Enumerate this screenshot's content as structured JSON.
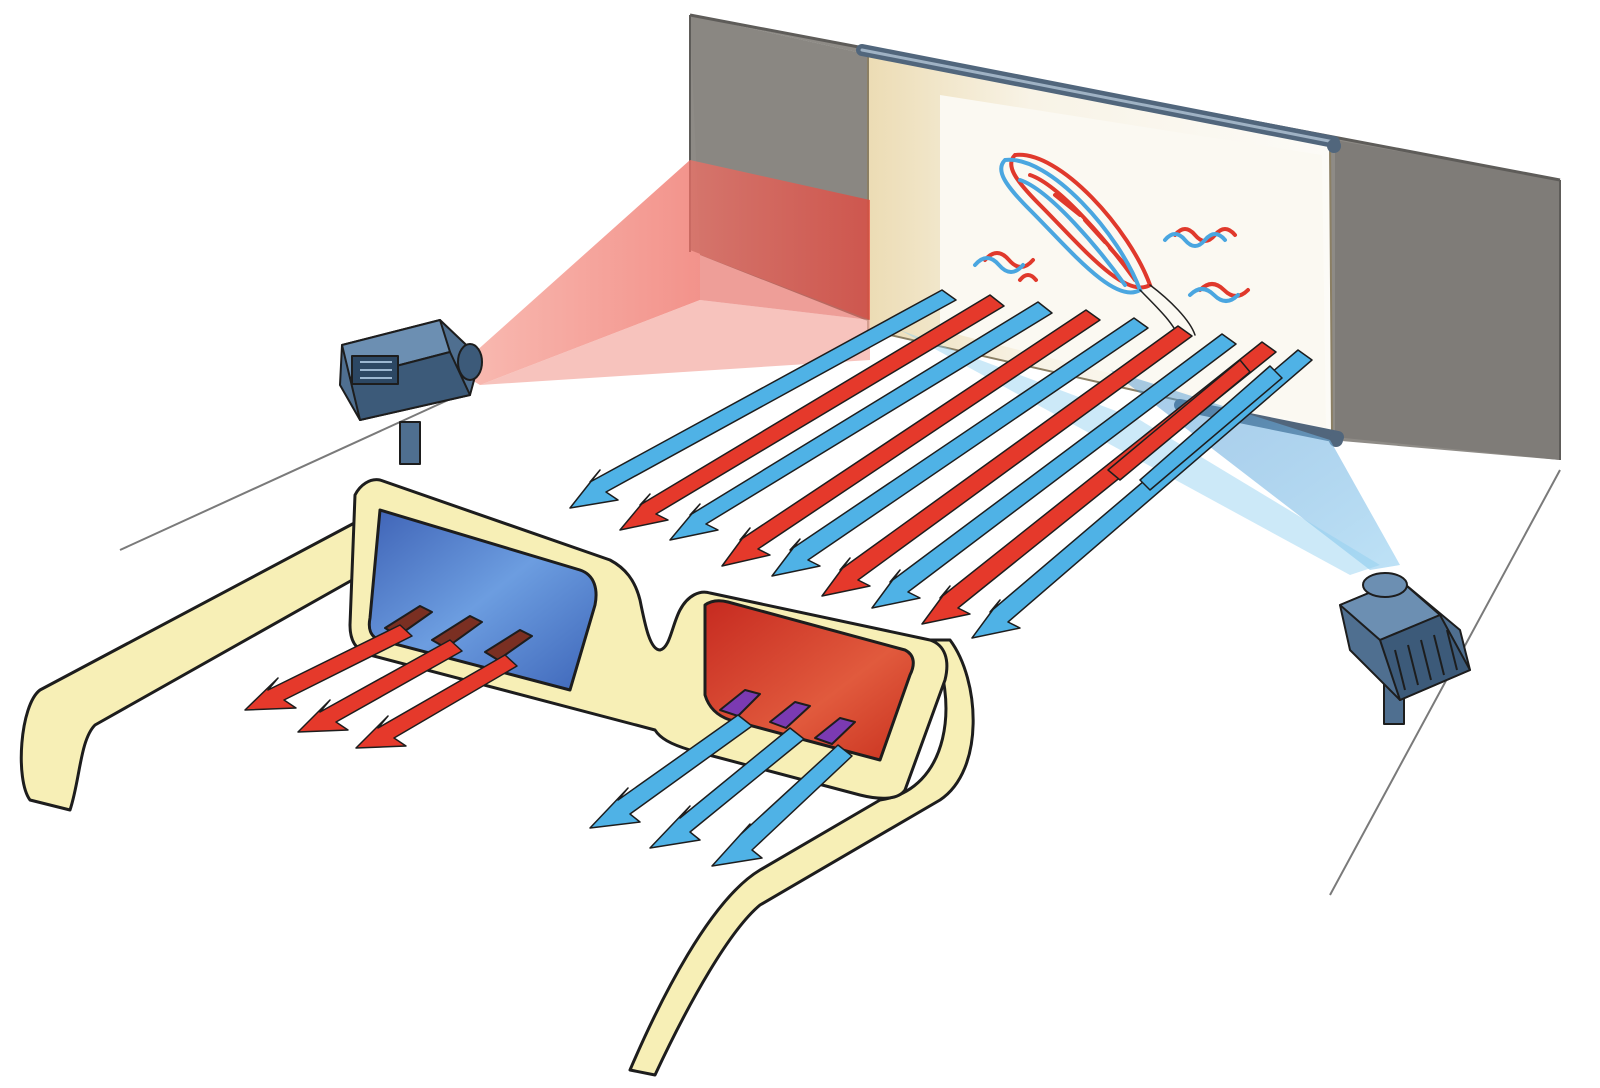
{
  "diagram": {
    "kind": "anaglyph-3d-projection",
    "text_labels": [],
    "colors": {
      "background": "#ffffff",
      "wall": "#8f8c87",
      "wall_dark": "#6f6c68",
      "screen_frame": "#f0e0b2",
      "screen_surface": "#fbf9f3",
      "roller": "#52677c",
      "red_beam": "#f25a4a",
      "blue_beam": "#58b6ea",
      "red_arrow": "#e5392b",
      "blue_arrow": "#4fb2e6",
      "projector_body": "#4f6f90",
      "projector_dark": "#2c4763",
      "glasses_frame": "#f7efb6",
      "glasses_outline": "#1d1d1d",
      "lens_blue": "#4a76c9",
      "lens_red": "#d3362a",
      "stripe_dark": "#7a2f22",
      "stripe_purple": "#7b3ab2"
    },
    "components": [
      {
        "name": "back-wall",
        "icon": "wall"
      },
      {
        "name": "projection-screen",
        "icon": "pull-down-screen"
      },
      {
        "name": "screen-image-boat",
        "icon": "speedboat-doubled-red-blue"
      },
      {
        "name": "red-projector",
        "icon": "projector"
      },
      {
        "name": "blue-projector",
        "icon": "projector"
      },
      {
        "name": "red-light-beam",
        "icon": "light-cone"
      },
      {
        "name": "blue-light-beam",
        "icon": "light-cone"
      },
      {
        "name": "reflected-light-arrows",
        "icon": "arrows"
      },
      {
        "name": "anaglyph-glasses",
        "icon": "3d-glasses"
      },
      {
        "name": "blue-lens",
        "icon": "lens"
      },
      {
        "name": "red-lens",
        "icon": "lens"
      }
    ],
    "arrow_sequence_from_screen": [
      "blue",
      "red",
      "blue",
      "red",
      "blue",
      "red",
      "blue",
      "red",
      "blue",
      "red",
      "blue"
    ],
    "left_eye_arrows": [
      "red",
      "red",
      "red"
    ],
    "right_eye_arrows": [
      "blue",
      "blue",
      "blue"
    ]
  }
}
